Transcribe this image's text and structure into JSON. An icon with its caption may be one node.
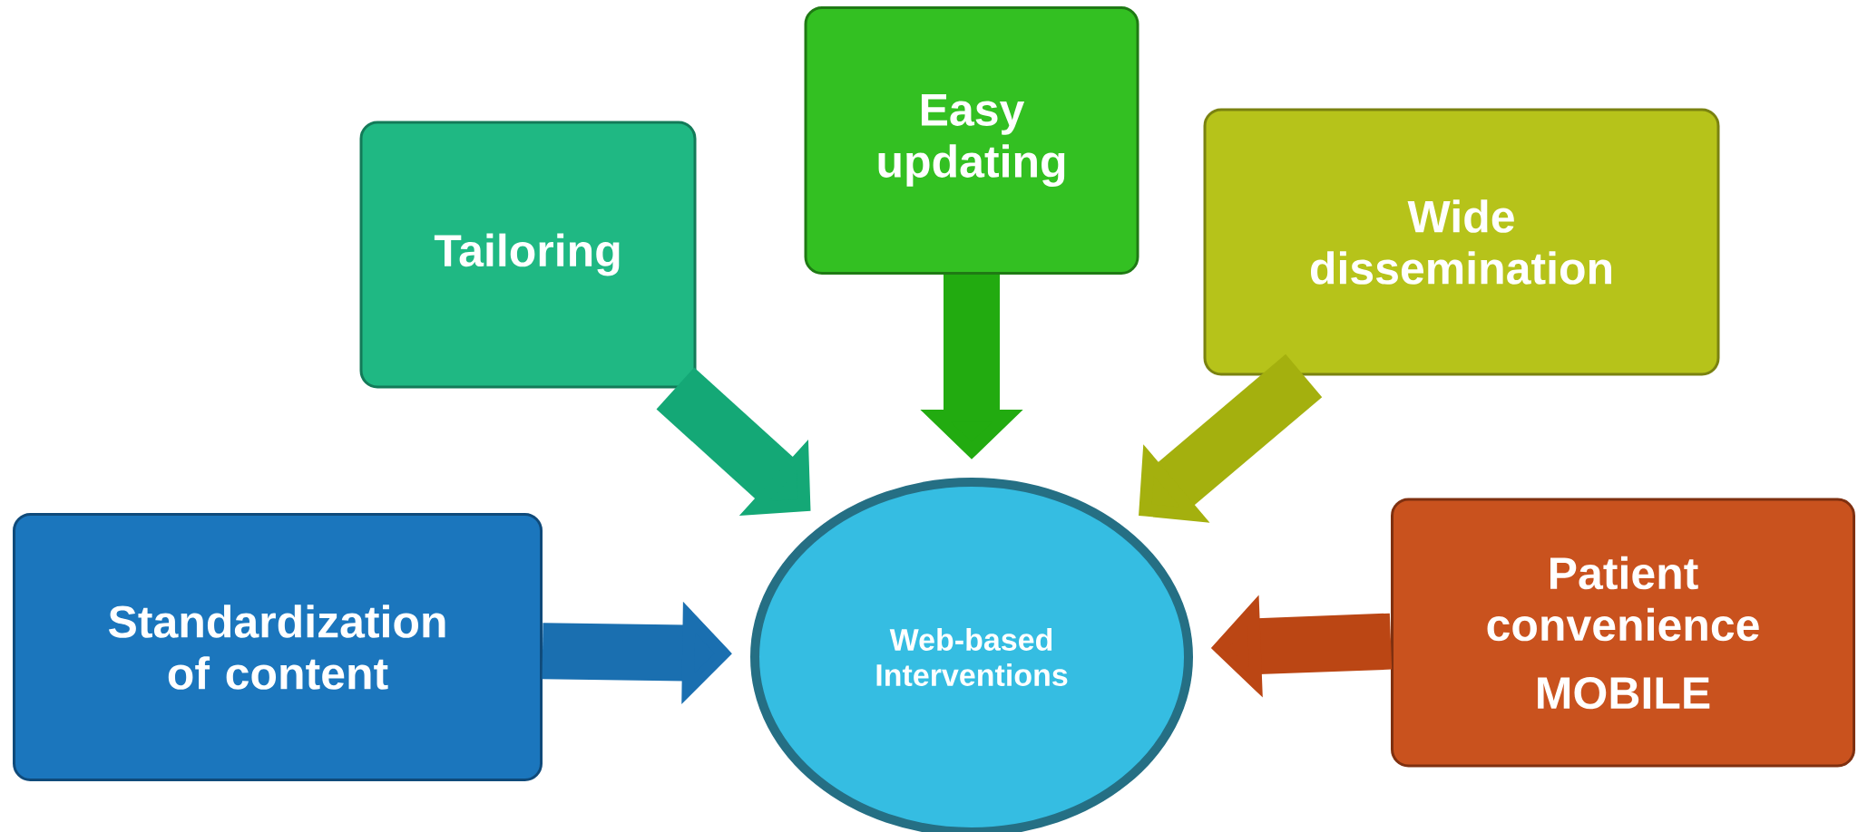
{
  "diagram": {
    "nodes": [
      {
        "text": [
          "Tailoring"
        ]
      },
      {
        "text": [
          "Easy updating"
        ]
      },
      {
        "text": [
          "Wide dissemination"
        ]
      },
      {
        "text": [
          "Standardization of content"
        ]
      },
      {
        "text": [
          "Web-based Interventions"
        ]
      },
      {
        "text": [
          "Patient convenience",
          "MOBILE"
        ]
      }
    ],
    "edges": [
      {
        "from": 0,
        "to": 4,
        "arrow": "to",
        "color": "#14a876"
      },
      {
        "from": 1,
        "to": 4,
        "arrow": "to",
        "color": "#22ab10"
      },
      {
        "from": 2,
        "to": 4,
        "arrow": "to",
        "color": "#a4b00e"
      },
      {
        "from": 3,
        "to": 4,
        "arrow": "to",
        "color": "#1a6fb0"
      },
      {
        "from": 5,
        "to": 4,
        "arrow": "to",
        "color": "#bb4614"
      }
    ]
  }
}
